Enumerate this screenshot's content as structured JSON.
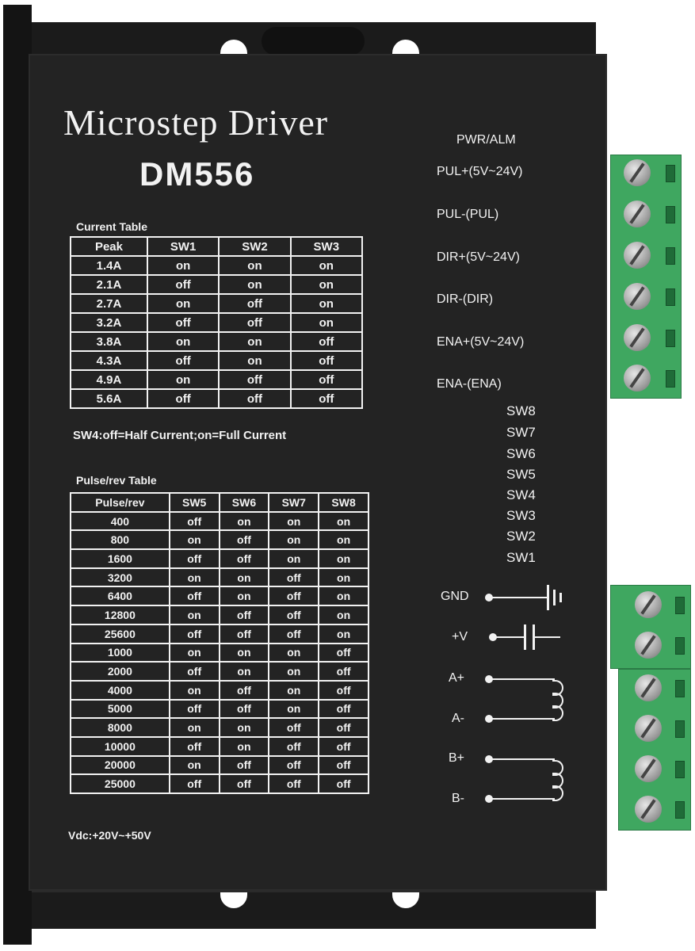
{
  "title": "Microstep Driver",
  "model": "DM556",
  "current_table": {
    "caption": "Current Table",
    "headers": [
      "Peak",
      "SW1",
      "SW2",
      "SW3"
    ],
    "rows": [
      [
        "1.4A",
        "on",
        "on",
        "on"
      ],
      [
        "2.1A",
        "off",
        "on",
        "on"
      ],
      [
        "2.7A",
        "on",
        "off",
        "on"
      ],
      [
        "3.2A",
        "off",
        "off",
        "on"
      ],
      [
        "3.8A",
        "on",
        "on",
        "off"
      ],
      [
        "4.3A",
        "off",
        "on",
        "off"
      ],
      [
        "4.9A",
        "on",
        "off",
        "off"
      ],
      [
        "5.6A",
        "off",
        "off",
        "off"
      ]
    ],
    "note": "SW4:off=Half Current;on=Full Current"
  },
  "pulse_table": {
    "caption": "Pulse/rev Table",
    "headers": [
      "Pulse/rev",
      "SW5",
      "SW6",
      "SW7",
      "SW8"
    ],
    "rows": [
      [
        "400",
        "off",
        "on",
        "on",
        "on"
      ],
      [
        "800",
        "on",
        "off",
        "on",
        "on"
      ],
      [
        "1600",
        "off",
        "off",
        "on",
        "on"
      ],
      [
        "3200",
        "on",
        "on",
        "off",
        "on"
      ],
      [
        "6400",
        "off",
        "on",
        "off",
        "on"
      ],
      [
        "12800",
        "on",
        "off",
        "off",
        "on"
      ],
      [
        "25600",
        "off",
        "off",
        "off",
        "on"
      ],
      [
        "1000",
        "on",
        "on",
        "on",
        "off"
      ],
      [
        "2000",
        "off",
        "on",
        "on",
        "off"
      ],
      [
        "4000",
        "on",
        "off",
        "on",
        "off"
      ],
      [
        "5000",
        "off",
        "off",
        "on",
        "off"
      ],
      [
        "8000",
        "on",
        "on",
        "off",
        "off"
      ],
      [
        "10000",
        "off",
        "on",
        "off",
        "off"
      ],
      [
        "20000",
        "on",
        "off",
        "off",
        "off"
      ],
      [
        "25000",
        "off",
        "off",
        "off",
        "off"
      ]
    ]
  },
  "supply_note": "Vdc:+20V~+50V",
  "signal_labels": {
    "pwr_alm": "PWR/ALM",
    "pul_plus": "PUL+(5V~24V)",
    "pul_minus": "PUL-(PUL)",
    "dir_plus": "DIR+(5V~24V)",
    "dir_minus": "DIR-(DIR)",
    "ena_plus": "ENA+(5V~24V)",
    "ena_minus": "ENA-(ENA)"
  },
  "dip_switches": [
    "SW8",
    "SW7",
    "SW6",
    "SW5",
    "SW4",
    "SW3",
    "SW2",
    "SW1"
  ],
  "power_labels": {
    "gnd": "GND",
    "vplus": "+V",
    "a_plus": "A+",
    "a_minus": "A-",
    "b_plus": "B+",
    "b_minus": "B-"
  },
  "colors": {
    "case": "#232323",
    "print": "#f2f2f2",
    "terminal": "#3fa760"
  }
}
